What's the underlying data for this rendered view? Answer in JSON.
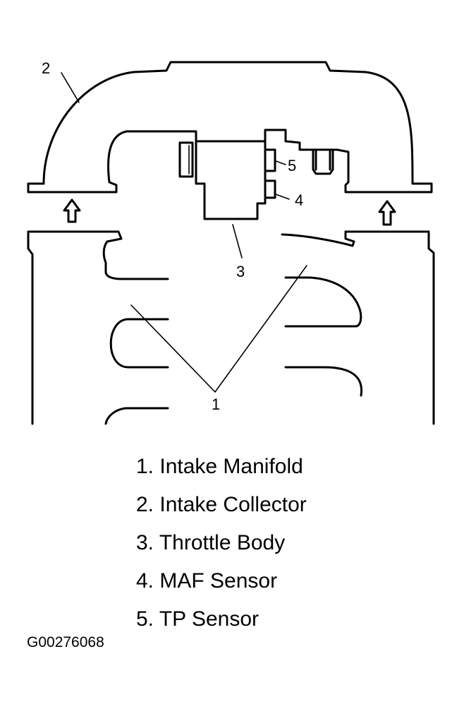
{
  "callouts": {
    "c1": "1",
    "c2": "2",
    "c3": "3",
    "c4": "4",
    "c5": "5"
  },
  "legend": [
    "1. Intake Manifold",
    "2. Intake Collector",
    "3. Throttle Body",
    "4. MAF Sensor",
    "5. TP Sensor"
  ],
  "figure_id": "G00276068"
}
